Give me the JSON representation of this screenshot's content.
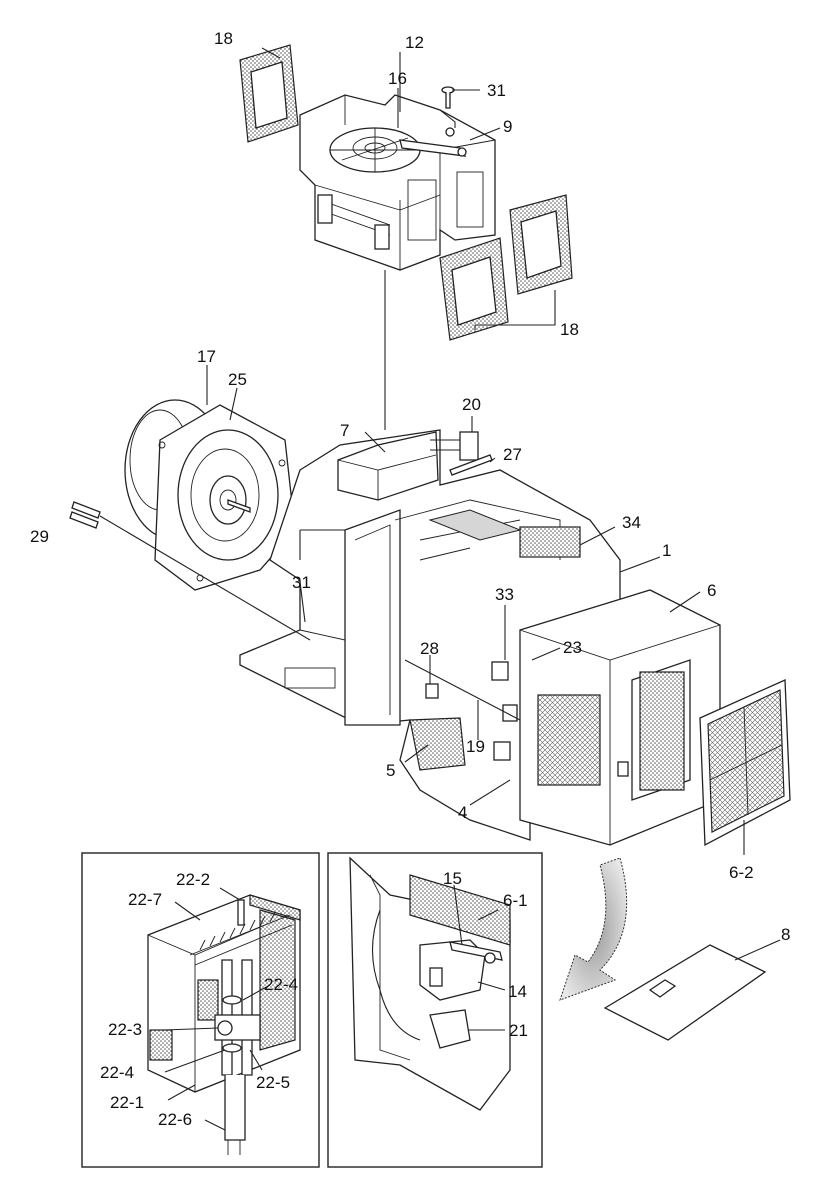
{
  "callouts": [
    {
      "id": "c18a",
      "text": "18"
    },
    {
      "id": "c12",
      "text": "12"
    },
    {
      "id": "c31a",
      "text": "31"
    },
    {
      "id": "c16",
      "text": "16"
    },
    {
      "id": "c9",
      "text": "9"
    },
    {
      "id": "c18b",
      "text": "18"
    },
    {
      "id": "c17",
      "text": "17"
    },
    {
      "id": "c25",
      "text": "25"
    },
    {
      "id": "c20",
      "text": "20"
    },
    {
      "id": "c7",
      "text": "7"
    },
    {
      "id": "c27",
      "text": "27"
    },
    {
      "id": "c34",
      "text": "34"
    },
    {
      "id": "c29",
      "text": "29"
    },
    {
      "id": "c31b",
      "text": "31"
    },
    {
      "id": "c1",
      "text": "1"
    },
    {
      "id": "c6",
      "text": "6"
    },
    {
      "id": "c33",
      "text": "33"
    },
    {
      "id": "c23",
      "text": "23"
    },
    {
      "id": "c28",
      "text": "28"
    },
    {
      "id": "c19",
      "text": "19"
    },
    {
      "id": "c5",
      "text": "5"
    },
    {
      "id": "c4",
      "text": "4"
    },
    {
      "id": "c62",
      "text": "6-2"
    },
    {
      "id": "c222",
      "text": "22-2"
    },
    {
      "id": "c227",
      "text": "22-7"
    },
    {
      "id": "c224a",
      "text": "22-4"
    },
    {
      "id": "c223",
      "text": "22-3"
    },
    {
      "id": "c224b",
      "text": "22-4"
    },
    {
      "id": "c225",
      "text": "22-5"
    },
    {
      "id": "c221",
      "text": "22-1"
    },
    {
      "id": "c226",
      "text": "22-6"
    },
    {
      "id": "c15",
      "text": "15"
    },
    {
      "id": "c61",
      "text": "6-1"
    },
    {
      "id": "c14",
      "text": "14"
    },
    {
      "id": "c21",
      "text": "21"
    },
    {
      "id": "c8",
      "text": "8"
    }
  ],
  "icons": {
    "detail_arrow": "curved-down-arrow-icon"
  }
}
